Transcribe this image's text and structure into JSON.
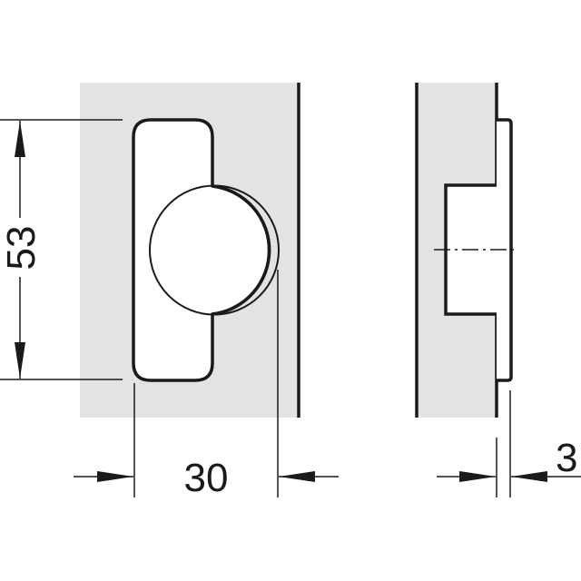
{
  "drawing": {
    "type": "technical-drawing",
    "subject": "hinge cup mounting plate",
    "colors": {
      "background": "#ffffff",
      "panel_fill": "#e3e3e2",
      "line": "#1a1a1a",
      "cutout_fill": "#ffffff"
    },
    "front_view": {
      "dimensions": {
        "height_label": "53",
        "width_label": "30"
      }
    },
    "side_view": {
      "dimensions": {
        "thickness_label": "3"
      }
    }
  }
}
